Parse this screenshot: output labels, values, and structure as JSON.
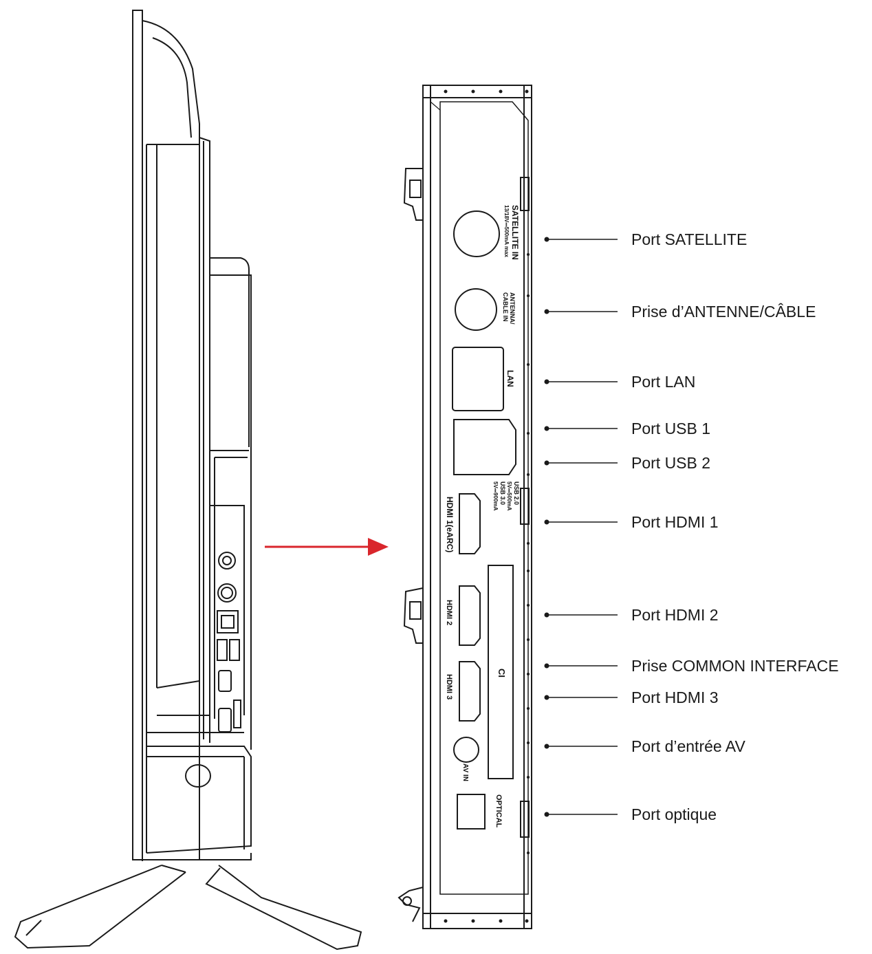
{
  "callouts": [
    {
      "id": "satellite",
      "label": "Port SATELLITE"
    },
    {
      "id": "antenna",
      "label": "Prise d’ANTENNE/CÂBLE"
    },
    {
      "id": "lan",
      "label": "Port LAN"
    },
    {
      "id": "usb1",
      "label": "Port USB 1"
    },
    {
      "id": "usb2",
      "label": "Port USB 2"
    },
    {
      "id": "hdmi1",
      "label": "Port HDMI 1"
    },
    {
      "id": "hdmi2",
      "label": "Port HDMI 2"
    },
    {
      "id": "ci",
      "label": "Prise COMMON INTERFACE"
    },
    {
      "id": "hdmi3",
      "label": "Port HDMI 3"
    },
    {
      "id": "av",
      "label": "Port d’entrée AV"
    },
    {
      "id": "optical",
      "label": "Port optique"
    }
  ],
  "panel_labels": {
    "satellite_title": "SATELLITE IN",
    "satellite_spec": "13/18V⎓500mA max",
    "antenna_line1": "ANTENNA/",
    "antenna_line2": "CABLE IN",
    "lan": "LAN",
    "usb_line1": "USB 2.0",
    "usb_line2": "5V⎓500mA",
    "usb_line3": "USB 3.0",
    "usb_line4": "5V⎓900mA",
    "hdmi1": "HDMI 1(eARC)",
    "hdmi2": "HDMI 2",
    "hdmi3": "HDMI 3",
    "ci": "CI",
    "av": "AV IN",
    "optical": "OPTICAL"
  },
  "colors": {
    "line": "#1a1a1a",
    "arrow": "#d9262c"
  }
}
